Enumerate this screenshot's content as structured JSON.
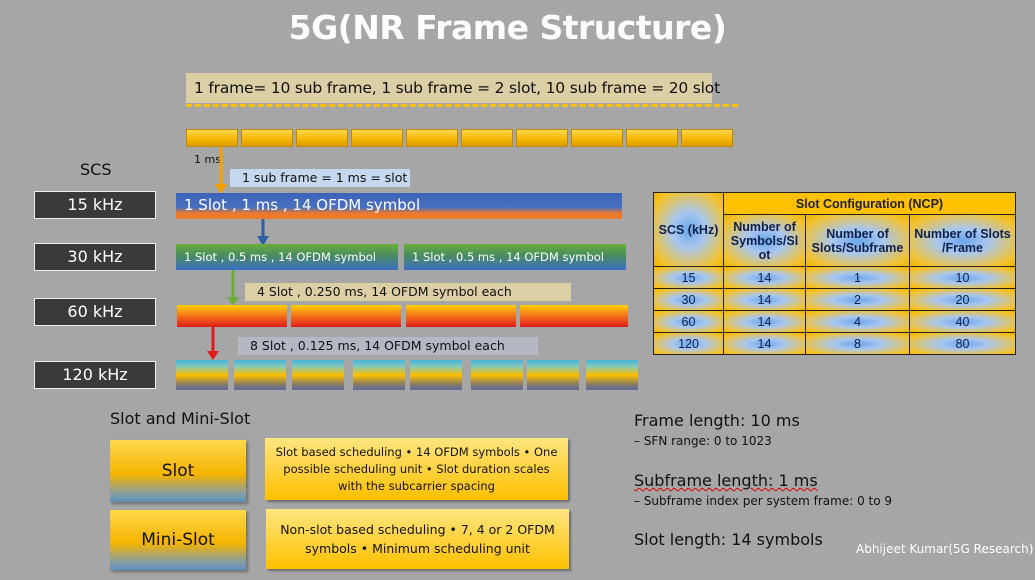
{
  "title": "5G(NR Frame Structure)",
  "banner": "1 frame= 10 sub frame, 1 sub frame = 2 slot, 10 sub frame = 20 slot",
  "ms_label": "1 ms",
  "subframe_note": "1 sub frame = 1 ms =  slot",
  "scs_heading": "SCS",
  "scs": [
    {
      "label": "15 kHz",
      "bar_text": "1 Slot , 1 ms , 14 OFDM symbol"
    },
    {
      "label": "30 kHz",
      "bar_texts": [
        "1 Slot , 0.5 ms , 14 OFDM symbol",
        "1  Slot , 0.5 ms , 14 OFDM symbol"
      ]
    },
    {
      "label": "60 kHz",
      "note": "4 Slot , 0.250 ms, 14 OFDM symbol each"
    },
    {
      "label": "120 kHz",
      "note": "8 Slot , 0.125 ms, 14 OFDM symbol each"
    }
  ],
  "table": {
    "scs_header": "SCS (kHz)",
    "group_header": "Slot Configuration (NCP)",
    "col_symbols": "Number of Symbols/Sl ot",
    "col_slots_subframe": "Number of Slots/Subframe",
    "col_slots_frame": "Number of Slots /Frame",
    "rows": [
      [
        "15",
        "14",
        "1",
        "10"
      ],
      [
        "30",
        "14",
        "2",
        "20"
      ],
      [
        "60",
        "14",
        "4",
        "40"
      ],
      [
        "120",
        "14",
        "8",
        "80"
      ]
    ]
  },
  "slot_section": {
    "heading": "Slot and Mini-Slot",
    "slot_label": "Slot",
    "slot_desc": "Slot based scheduling • 14 OFDM symbols • One possible scheduling unit • Slot duration scales with the subcarrier spacing",
    "mini_label": "Mini-Slot",
    "mini_desc": "Non-slot based scheduling • 7, 4 or 2 OFDM symbols • Minimum scheduling unit"
  },
  "frame_info": {
    "frame_length": "Frame length: 10 ms",
    "sfn_range": "– SFN range: 0 to 1023",
    "subframe_length": "Subframe length: 1 ms",
    "subframe_index": "– Subframe index per system frame: 0 to 9",
    "slot_length": "Slot length: 14 symbols"
  },
  "author": "Abhijeet Kumar(5G Research)",
  "colors": {
    "background": "#a6a6a6",
    "yellow": "#ffc000",
    "blue": "#3a63b8",
    "orange": "#ec7a2c",
    "green": "#6bae3e",
    "red": "#e21a1a"
  }
}
